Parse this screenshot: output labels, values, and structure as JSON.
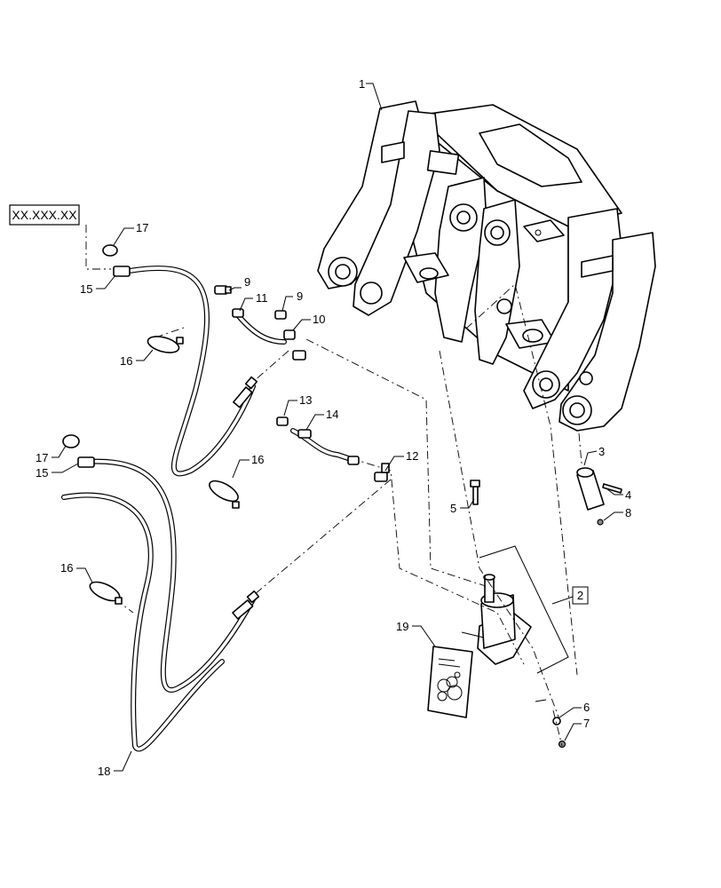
{
  "reference_box": "XX.XXX.XX",
  "callouts": {
    "c1": "1",
    "c2": "2",
    "c3": "3",
    "c4": "4",
    "c5": "5",
    "c6": "6",
    "c7": "7",
    "c8": "8",
    "c9a": "9",
    "c9b": "9",
    "c10": "10",
    "c11": "11",
    "c12": "12",
    "c13": "13",
    "c14": "14",
    "c15a": "15",
    "c15b": "15",
    "c16a": "16",
    "c16b": "16",
    "c16c": "16",
    "c17a": "17",
    "c17b": "17",
    "c18": "18",
    "c19": "19"
  }
}
